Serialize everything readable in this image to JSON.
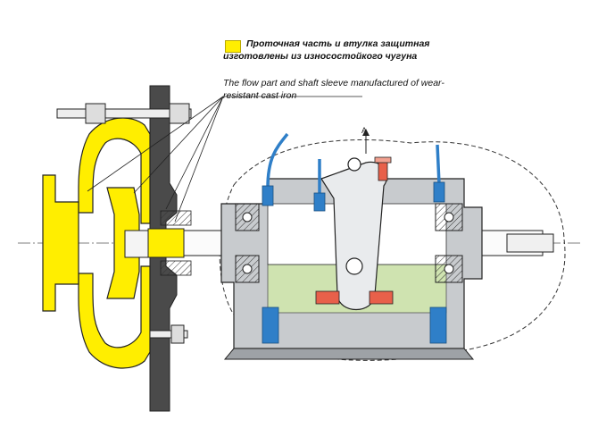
{
  "legend": {
    "highlight_color": "#ffee00",
    "text_ru": "Проточная часть и втулка защитная изготовлены из износостойкого чугуна",
    "text_en": "The flow part and shaft sleeve manufactured of wear-resistant cast iron"
  },
  "section_mark": "A",
  "colors": {
    "flow_part": "#ffee00",
    "cast_iron_body": "#4a4a4a",
    "bracket_grey": "#9ea2a6",
    "cable_blue": "#2f7fc8",
    "oil_bath": "#cfe3b0",
    "hot_part": "#e8604a",
    "outline": "#222222"
  }
}
